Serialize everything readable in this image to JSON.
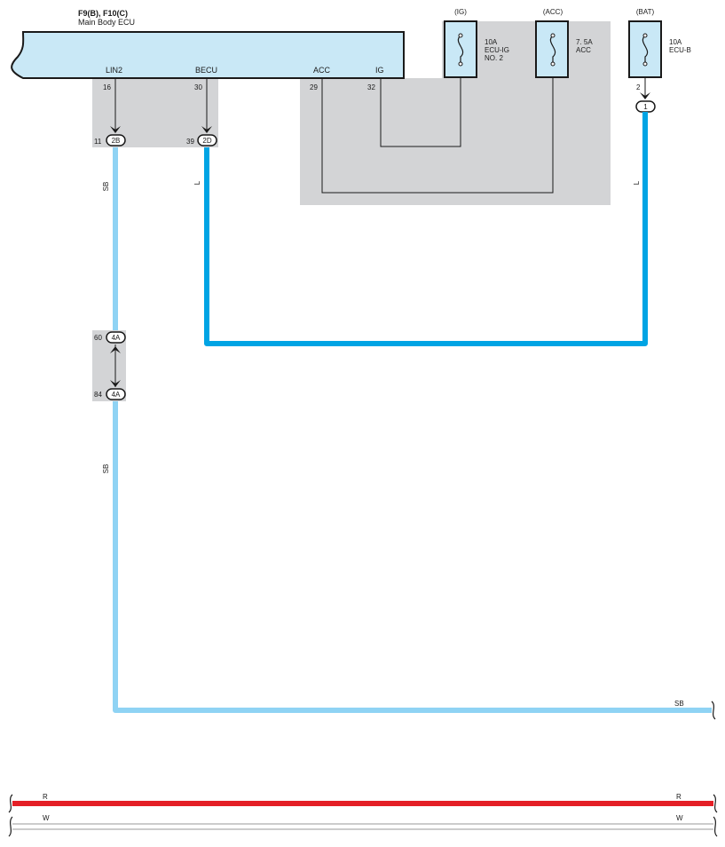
{
  "ecu": {
    "code": "F9(B), F10(C)",
    "name": "Main Body ECU",
    "terminals": {
      "lin2": "LIN2",
      "becu": "BECU",
      "acc": "ACC",
      "ig": "IG"
    },
    "pins": {
      "lin2": "16",
      "becu": "30",
      "acc": "29",
      "ig": "32"
    }
  },
  "fuses": {
    "ig": {
      "source": "(IG)",
      "rating": "10A",
      "line1": "ECU-IG",
      "line2": "NO. 2"
    },
    "acc": {
      "source": "(ACC)",
      "rating": "7. 5A",
      "line1": "ACC"
    },
    "bat": {
      "source": "(BAT)",
      "rating": "10A",
      "line1": "ECU-B",
      "pin": "2"
    }
  },
  "connectors": {
    "c2b": {
      "pin": "11",
      "id": "2B"
    },
    "c2d": {
      "pin": "39",
      "id": "2D"
    },
    "c1": {
      "id": "1"
    },
    "c4a_top": {
      "pin": "60",
      "id": "4A"
    },
    "c4a_bottom": {
      "pin": "84",
      "id": "4A"
    }
  },
  "wires": {
    "lin_upper": "SB",
    "lin_lower": "SB",
    "lin_right": "SB",
    "becu": "L",
    "bat": "L",
    "bottom_r_left": "R",
    "bottom_r_right": "R",
    "bottom_w_left": "W",
    "bottom_w_right": "W"
  },
  "colors": {
    "ecu_fill": "#c9e8f6",
    "splice_gray": "#d3d4d6",
    "wire_sb": "#8fd3f4",
    "wire_l": "#00a4e4",
    "wire_r": "#e41f26",
    "wire_w": "#9a9a9a",
    "line_dark": "#1a1a1a"
  }
}
